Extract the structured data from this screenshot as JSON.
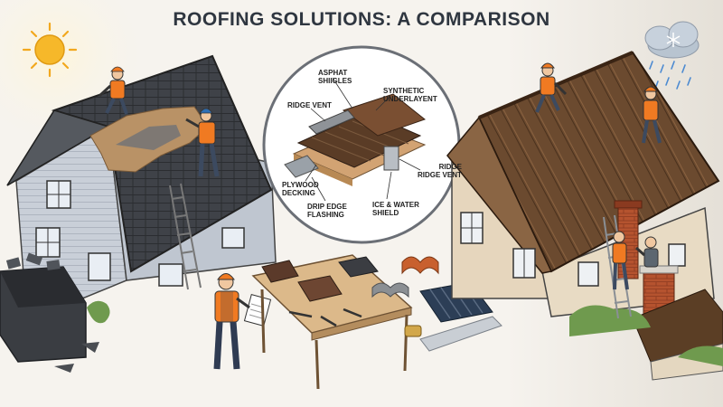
{
  "title": "ROOFING SOLUTIONS: A COMPARISON",
  "callout_labels": {
    "asphalt_shingles": "ASPHAT\nSHIIGLES",
    "ridge_vent_top": "RIDGE VENT",
    "synthetic_underlayment": "SYNTHETIC\nUNDERLAYENT",
    "plywood_decking": "PLYWOOD\nDECKING",
    "drip_edge_flashing": "DRIP EDGE\nFLASHING",
    "ridge_vent_right": "RIDGE\nRIDGE VENT",
    "ice_water_shield": "ICE & WATER\nSHIELD"
  },
  "colors": {
    "shingle_roof": "#3f4248",
    "metal_roof": "#6b4a2f",
    "left_wall": "#c9cfd8",
    "right_wall": "#e6d6bd",
    "sun": "#f6b82a",
    "vest": "#f07a22",
    "callout_bg": "#ffffff"
  },
  "icons": [
    "sun-icon",
    "rain-cloud-icon",
    "snowflake-icon"
  ]
}
